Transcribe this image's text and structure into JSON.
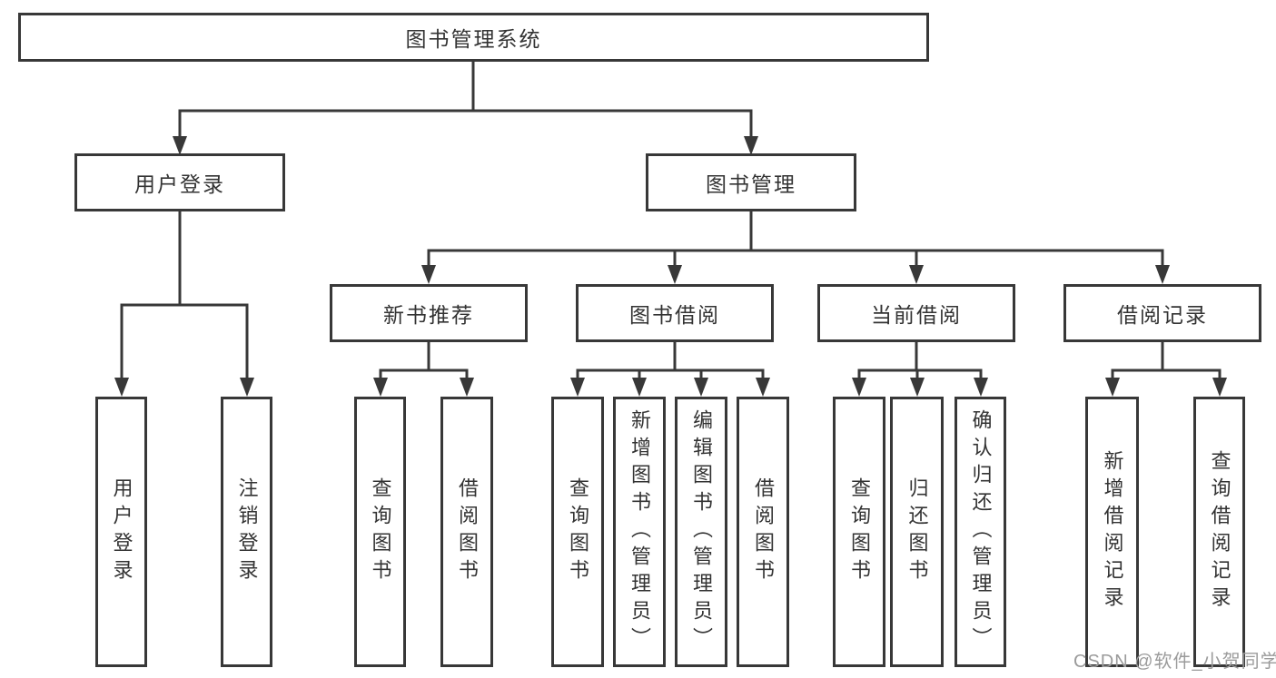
{
  "nodes": {
    "root": "图书管理系统",
    "user_login_branch": "用户登录",
    "book_management_branch": "图书管理",
    "new_book_recommend": "新书推荐",
    "book_borrowing": "图书借阅",
    "current_borrowing": "当前借阅",
    "borrowing_records": "借阅记录",
    "leaf_user_login": "用户登录",
    "leaf_logout": "注销登录",
    "leaf_query_book_recommend": "查询图书",
    "leaf_borrow_book_recommend": "借阅图书",
    "leaf_query_book_borrowing": "查询图书",
    "leaf_add_book_admin": "新增图书（管理员）",
    "leaf_edit_book_admin": "编辑图书（管理员）",
    "leaf_borrow_book_borrowing": "借阅图书",
    "leaf_query_book_current": "查询图书",
    "leaf_return_book": "归还图书",
    "leaf_confirm_return_admin": "确认归还（管理员）",
    "leaf_add_borrow_record": "新增借阅记录",
    "leaf_query_borrow_record": "查询借阅记录"
  },
  "watermark": "CSDN @软件_小贺同学",
  "colors": {
    "line": "#383838",
    "text": "#333333",
    "watermark": "#9b9b9b",
    "background": "#ffffff"
  }
}
